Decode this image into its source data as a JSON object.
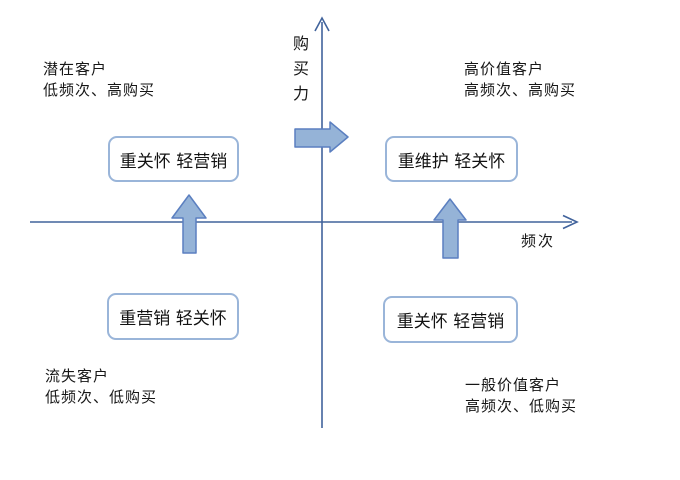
{
  "diagram": {
    "title_semantic": "customer-value-quadrant-diagram",
    "y_axis_label": "购买力",
    "y_axis_label_chars": [
      "购",
      "买",
      "力"
    ],
    "x_axis_label": "频次"
  },
  "quadrants": {
    "top_left": {
      "title": "潜在客户",
      "subtitle": "低频次、高购买",
      "box": "重关怀 轻营销"
    },
    "top_right": {
      "title": "高价值客户",
      "subtitle": "高频次、高购买",
      "box": "重维护 轻关怀"
    },
    "bottom_left": {
      "title": "流失客户",
      "subtitle": "低频次、低购买",
      "box": "重营销 轻关怀"
    },
    "bottom_right": {
      "title": "一般价值客户",
      "subtitle": "高频次、低购买",
      "box": "重关怀 轻营销"
    }
  },
  "colors": {
    "background": "#ffffff",
    "axis": "#41639c",
    "arrow_fill": "#95b3d7",
    "arrow_stroke": "#5b7fc0",
    "box_border": "#9ab5d9",
    "text": "#161616"
  }
}
